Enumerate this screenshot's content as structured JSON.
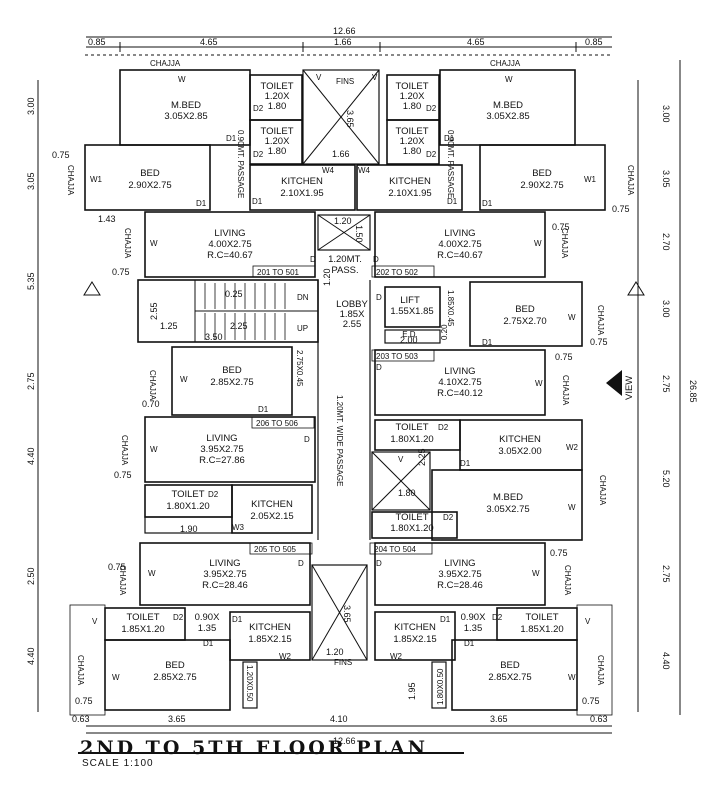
{
  "title": "2ND TO 5TH FLOOR PLAN",
  "scale": "SCALE 1:100",
  "dims": {
    "top_total": "12.66",
    "top_a": "0.85",
    "top_b": "4.65",
    "top_c": "1.66",
    "top_d": "4.65",
    "top_e": "0.85",
    "bot_a": "0.63",
    "bot_b": "3.65",
    "bot_c": "4.10",
    "bot_d": "3.65",
    "bot_e": "0.63",
    "bot_total": "12.66",
    "left_1": "3.00",
    "left_2": "3.05",
    "left_3": "5.35",
    "left_4": "2.75",
    "left_5": "4.40",
    "left_6": "2.50",
    "left_7": "4.40",
    "right_1": "3.00",
    "right_2": "3.05",
    "right_3": "2.70",
    "right_4": "3.00",
    "right_5": "2.75",
    "right_6": "5.20",
    "right_7": "2.75",
    "right_8": "4.40",
    "right_total": "26.85",
    "m075a": "0.75",
    "m075b": "0.75",
    "m075c": "0.75",
    "m075d": "0.75",
    "m075e": "0.75",
    "m075f": "0.75",
    "m075g": "0.75",
    "m075h": "0.75",
    "m075i": "0.75",
    "m075j": "0.75",
    "m075k": "0.75",
    "m070": "0.70",
    "m143": "1.43",
    "m255": "2.55",
    "m125": "1.25",
    "m225": "2.25",
    "m350": "3.50",
    "m025": "0.25",
    "m190": "1.90",
    "m166": "1.66",
    "m365": "3.65",
    "m365b": "3.65",
    "m120": "1.20",
    "m120b": "1.20",
    "m120c": "1.20",
    "m180": "1.80",
    "m225b": "2.25",
    "m150": "1.50",
    "m195": "1.95",
    "m200": "2.00",
    "m020": "0.20"
  },
  "labels": {
    "chajja": "CHAJJA",
    "dn": "DN",
    "up": "UP",
    "passage_v": "0.90MT. PASSAGE",
    "passage_wide": "1.20MT. WIDE PASSAGE",
    "view": "VIEW",
    "fins": "FINS",
    "flat_201": "201 TO 501",
    "flat_202": "202 TO 502",
    "flat_203": "203 TO 503",
    "flat_206": "206 TO 506",
    "flat_205": "205 TO 505",
    "flat_204": "204 TO 504",
    "d": "D",
    "d1": "D1",
    "d2": "D2",
    "w": "W",
    "w1": "W1",
    "w2": "W2",
    "w3": "W3",
    "w4": "W4",
    "v": "V"
  },
  "rooms": {
    "mbed_l": {
      "n": "M.BED",
      "s": "3.05X2.85"
    },
    "mbed_r": {
      "n": "M.BED",
      "s": "3.05X2.85"
    },
    "toilet_tl1": {
      "n": "TOILET",
      "s": "1.20X",
      "s2": "1.80"
    },
    "toilet_tl2": {
      "n": "TOILET",
      "s": "1.20X",
      "s2": "1.80"
    },
    "toilet_tr1": {
      "n": "TOILET",
      "s": "1.20X",
      "s2": "1.80"
    },
    "toilet_tr2": {
      "n": "TOILET",
      "s": "1.20X",
      "s2": "1.80"
    },
    "bed_l1": {
      "n": "BED",
      "s": "2.90X2.75"
    },
    "bed_r1": {
      "n": "BED",
      "s": "2.90X2.75"
    },
    "kitchen_l1": {
      "n": "KITCHEN",
      "s": "2.10X1.95"
    },
    "kitchen_r1": {
      "n": "KITCHEN",
      "s": "2.10X1.95"
    },
    "living_l1": {
      "n": "LIVING",
      "s": "4.00X2.75",
      "rc": "R.C=40.67"
    },
    "living_r1": {
      "n": "LIVING",
      "s": "4.00X2.75",
      "rc": "R.C=40.67"
    },
    "pass": {
      "n": "1.20MT.",
      "s": "PASS."
    },
    "lobby": {
      "n": "LOBBY",
      "s": "1.85X",
      "s2": "2.55"
    },
    "lift": {
      "n": "LIFT",
      "s": "1.55X1.85"
    },
    "ed": {
      "n": "E.D."
    },
    "bed_r2": {
      "n": "BED",
      "s": "2.75X2.70"
    },
    "bed_l2": {
      "n": "BED",
      "s": "2.85X2.75"
    },
    "living_r2": {
      "n": "LIVING",
      "s": "4.10X2.75",
      "rc": "R.C=40.12"
    },
    "living_l2": {
      "n": "LIVING",
      "s": "3.95X2.75",
      "rc": "R.C=27.86"
    },
    "toilet_r3": {
      "n": "TOILET",
      "s": "1.80X1.20"
    },
    "kitchen_r2": {
      "n": "KITCHEN",
      "s": "3.05X2.00"
    },
    "toilet_l3": {
      "n": "TOILET",
      "s": "1.80X1.20"
    },
    "kitchen_l2": {
      "n": "KITCHEN",
      "s": "2.05X2.15"
    },
    "mbed_r2": {
      "n": "M.BED",
      "s": "3.05X2.75"
    },
    "toilet_r4": {
      "n": "TOILET",
      "s": "1.80X1.20"
    },
    "living_l3": {
      "n": "LIVING",
      "s": "3.95X2.75",
      "rc": "R.C=28.46"
    },
    "living_r3": {
      "n": "LIVING",
      "s": "3.95X2.75",
      "rc": "R.C=28.46"
    },
    "toilet_l5": {
      "n": "TOILET",
      "s": "1.85X1.20"
    },
    "toilet_r5": {
      "n": "TOILET",
      "s": "1.85X1.20"
    },
    "kitchen_l3": {
      "n": "KITCHEN",
      "s": "1.85X2.15"
    },
    "kitchen_r3": {
      "n": "KITCHEN",
      "s": "1.85X2.15"
    },
    "bed_l3": {
      "n": "BED",
      "s": "2.85X2.75"
    },
    "bed_r3": {
      "n": "BED",
      "s": "2.85X2.75"
    },
    "small_l": {
      "n": "0.90X",
      "s": "1.35"
    },
    "small_r": {
      "n": "0.90X",
      "s": "1.35"
    },
    "duct_l": {
      "n": "2.75X0.45"
    },
    "duct_lift": {
      "n": "1.85X0.45"
    },
    "duct_b1": {
      "n": "1.80X0.50"
    },
    "duct_b2": {
      "n": "1.20X0.50"
    }
  }
}
